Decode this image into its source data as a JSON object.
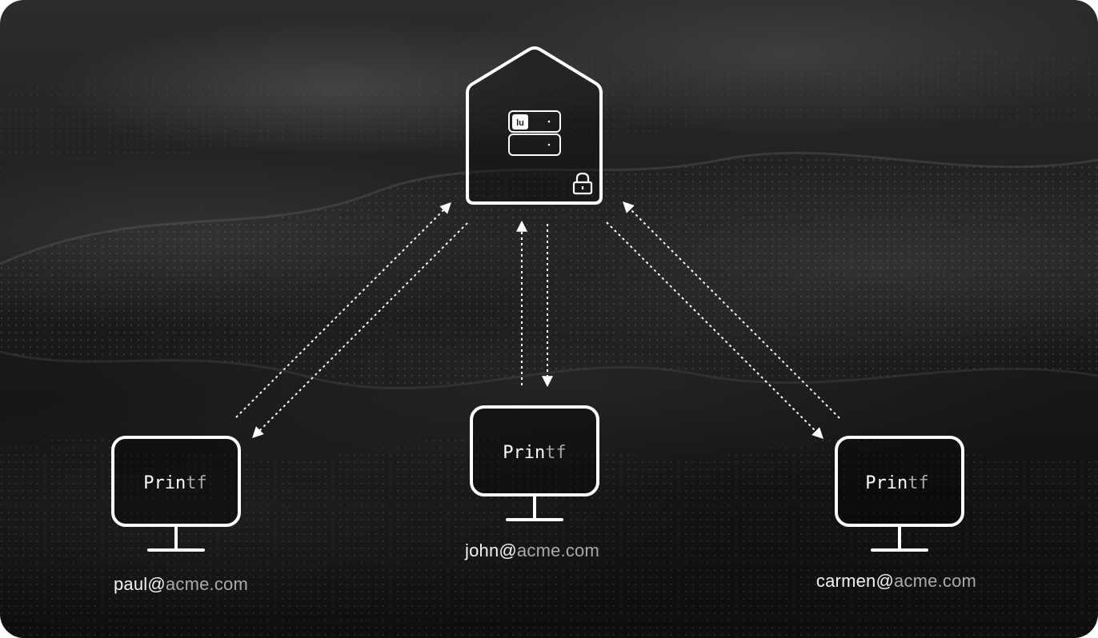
{
  "server": {
    "badge_text": "lu"
  },
  "clients": [
    {
      "screen_text_strong": "Prin",
      "screen_text_dim": "tf",
      "user": "paul@",
      "domain": "acme.com"
    },
    {
      "screen_text_strong": "Prin",
      "screen_text_dim": "tf",
      "user": "john@",
      "domain": "acme.com"
    },
    {
      "screen_text_strong": "Prin",
      "screen_text_dim": "tf",
      "user": "carmen@",
      "domain": "acme.com"
    }
  ],
  "colors": {
    "line": "#ffffff",
    "screen_dim": "#a6a6a8",
    "domain_dim": "#a9a9ab"
  }
}
